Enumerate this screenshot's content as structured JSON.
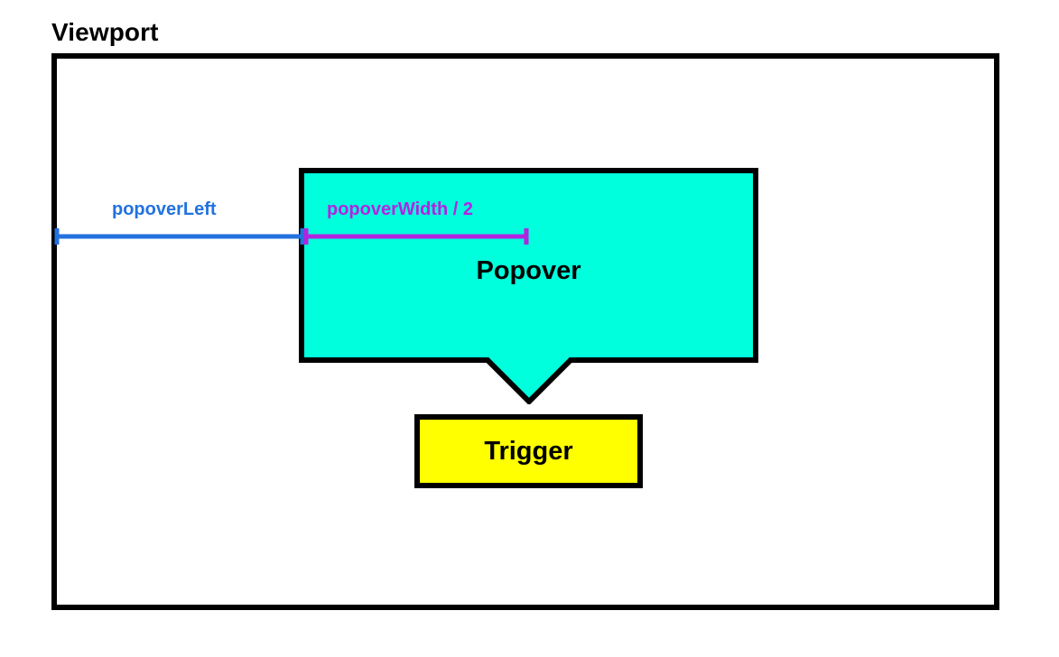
{
  "diagram": {
    "title": "Viewport",
    "type": "popover-positioning-diagram",
    "viewport": {
      "name": "Viewport",
      "border_color": "#000000",
      "background": "#ffffff"
    },
    "popover": {
      "label": "Popover",
      "fill_color": "#00ffdd",
      "border_color": "#000000",
      "tail_direction": "down"
    },
    "trigger": {
      "label": "Trigger",
      "fill_color": "#ffff00",
      "border_color": "#000000"
    },
    "measures": [
      {
        "id": "popover-left",
        "label": "popoverLeft",
        "color": "#2272e0",
        "from": "viewport-left-edge",
        "to": "popover-left-edge"
      },
      {
        "id": "popover-width-half",
        "label": "popoverWidth / 2",
        "color": "#b324e0",
        "from": "popover-left-edge",
        "to": "popover-horizontal-center"
      }
    ]
  }
}
